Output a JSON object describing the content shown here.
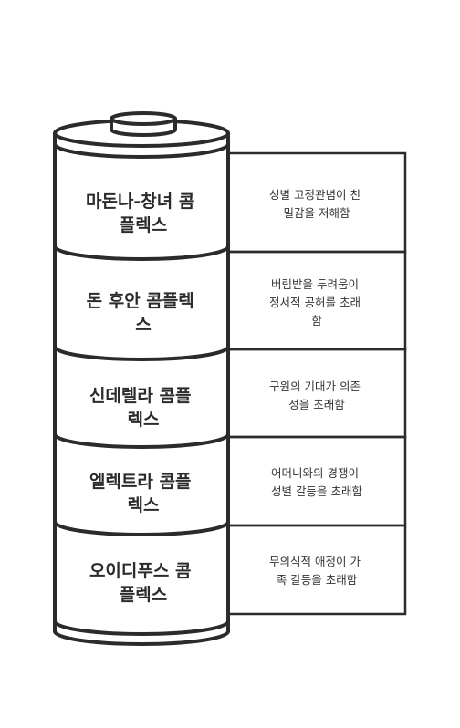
{
  "segments": [
    {
      "title_lines": [
        "마돈나-창녀 콤",
        "플렉스"
      ],
      "desc_lines": [
        "성별 고정관념이 친",
        "밀감을 저해함"
      ]
    },
    {
      "title_lines": [
        "돈 후안 콤플렉",
        "스"
      ],
      "desc_lines": [
        "버림받을 두려움이",
        "정서적 공허를 초래",
        "함"
      ]
    },
    {
      "title_lines": [
        "신데렐라 콤플",
        "렉스"
      ],
      "desc_lines": [
        "구원의 기대가 의존",
        "성을 초래함"
      ]
    },
    {
      "title_lines": [
        "엘렉트라 콤플",
        "렉스"
      ],
      "desc_lines": [
        "어머니와의 경쟁이",
        "성별 갈등을 초래함"
      ]
    },
    {
      "title_lines": [
        "오이디푸스 콤",
        "플렉스"
      ],
      "desc_lines": [
        "무의식적 애정이 가",
        "족 갈등을 초래함"
      ]
    }
  ]
}
